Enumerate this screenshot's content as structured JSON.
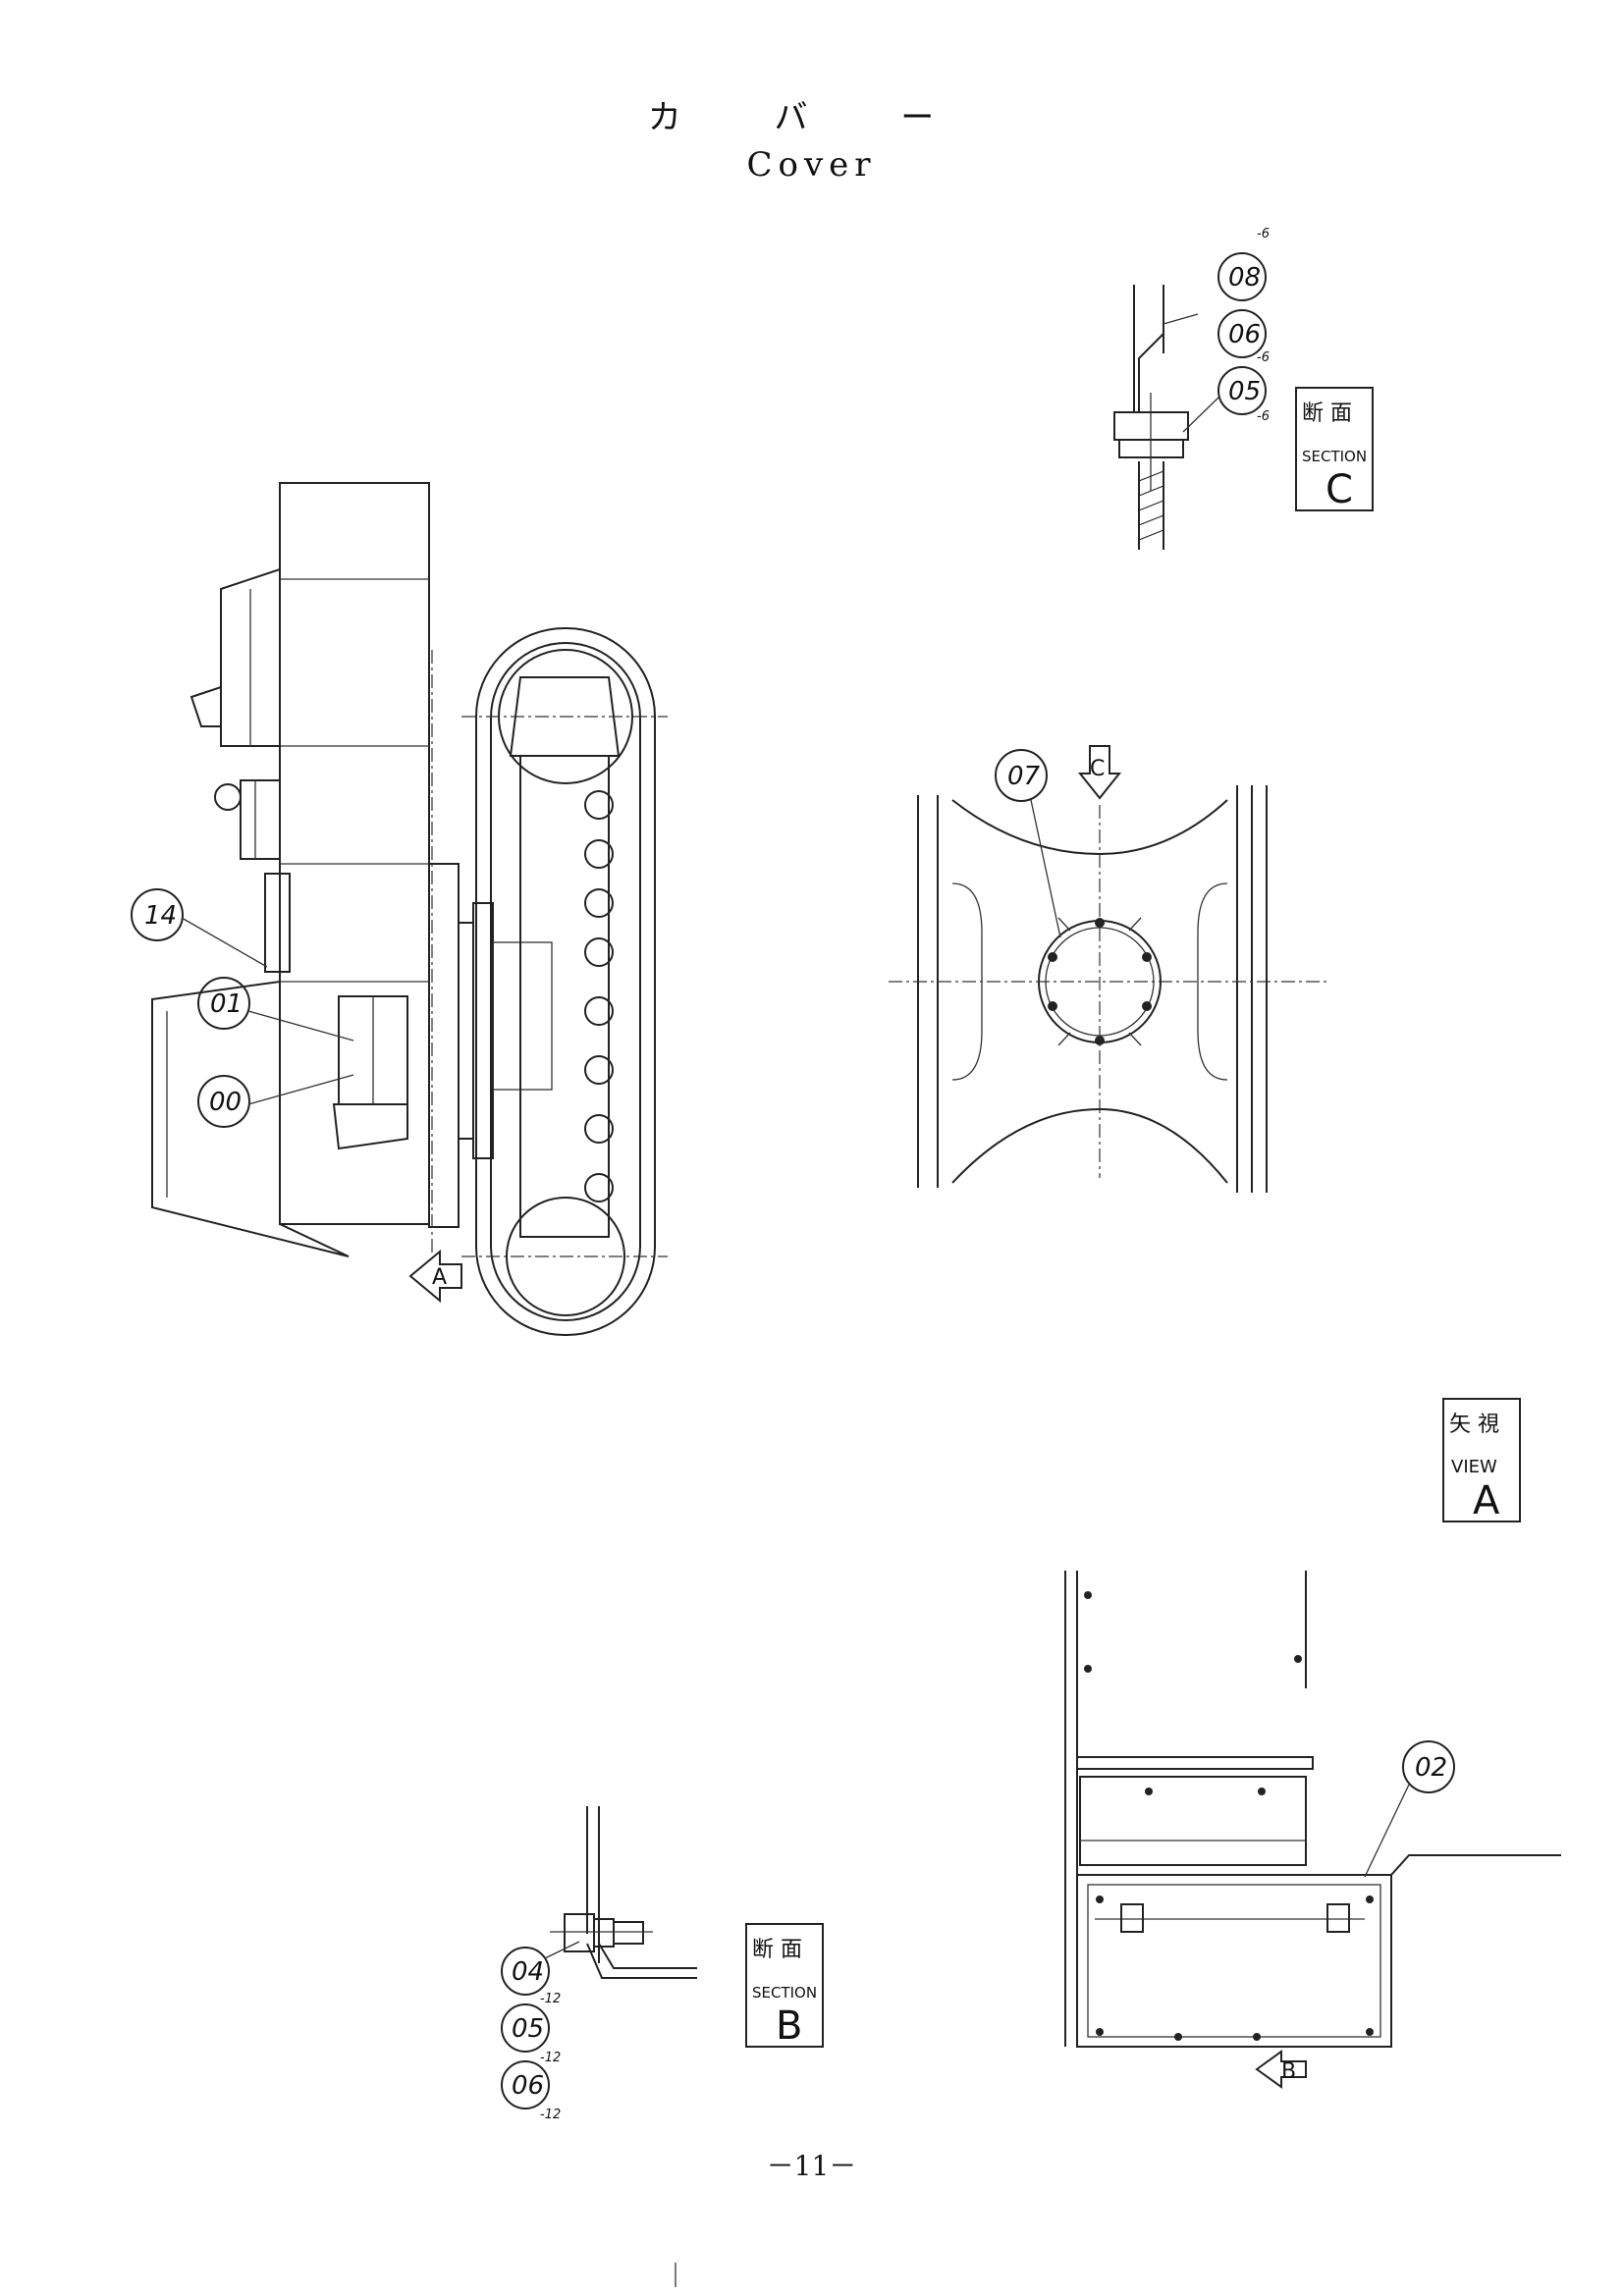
{
  "title_jp": "カ バ ー",
  "title_en": "Cover",
  "page_number": "－11－",
  "callouts": {
    "c00": "00",
    "c01": "01",
    "c14": "14",
    "c07": "07",
    "c02": "02",
    "c05c": "05",
    "c06c": "06",
    "c08c": "08",
    "c04b": "04",
    "c05b": "05",
    "c06b": "06"
  },
  "qty_notes": {
    "q05c": "-6",
    "q06c": "-6",
    "q08c": "-6",
    "q04b": "-12",
    "q05b": "-12",
    "q06b": "-12"
  },
  "arrows": {
    "arrow_a": "A",
    "arrow_c": "C",
    "arrow_b": "B"
  },
  "views": {
    "section_c_jp": "断 面",
    "section_c_en": "SECTION",
    "section_c_letter": "C",
    "view_a_jp": "矢 視",
    "view_a_en": "VIEW",
    "view_a_letter": "A",
    "section_b_jp": "断 面",
    "section_b_en": "SECTION",
    "section_b_letter": "B"
  }
}
